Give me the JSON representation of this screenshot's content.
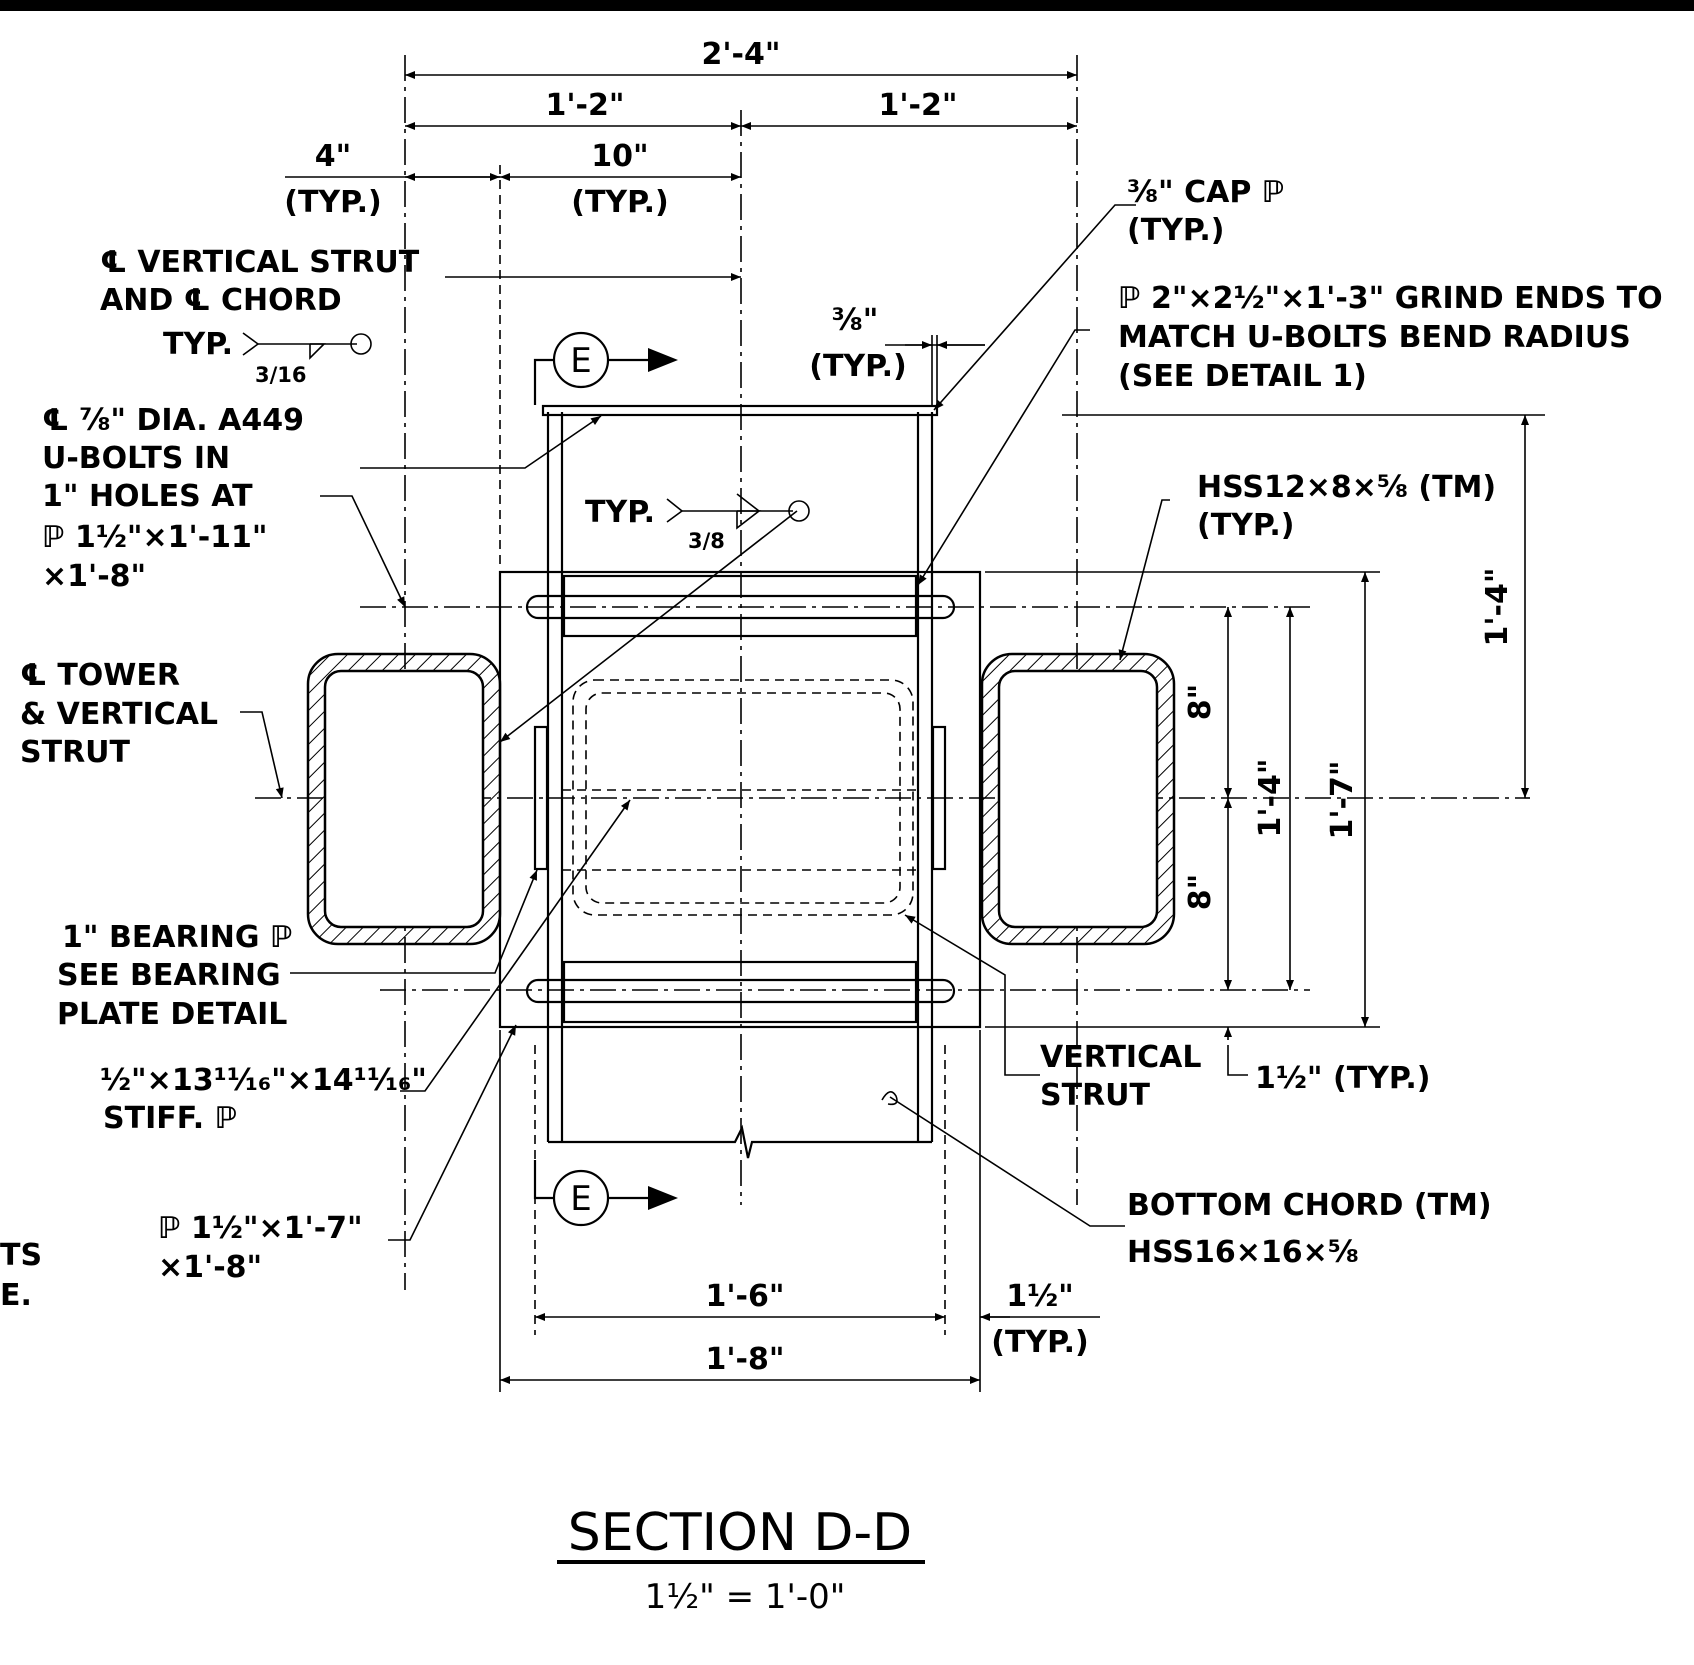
{
  "title": "SECTION D-D",
  "scale": "1½\" = 1'-0\"",
  "cut_marker": "E",
  "dimensions": {
    "overall_top": "2'-4\"",
    "half_left": "1'-2\"",
    "half_right": "1'-2\"",
    "four": "4\"",
    "four_typ": "(TYP.)",
    "ten": "10\"",
    "ten_typ": "(TYP.)",
    "three_eighths": "⅜\"",
    "three_eighths_typ": "(TYP.)",
    "right_1_4": "1'-4\"",
    "eight_upper": "8\"",
    "eight_lower": "8\"",
    "inner_1_4": "1'-4\"",
    "one_seven": "1'-7\"",
    "one_half_right": "1½\" (TYP.)",
    "one_six": "1'-6\"",
    "one_eight": "1'-8\"",
    "one_half_bottom": "1½\"",
    "one_half_bottom_typ": "(TYP.)"
  },
  "callouts": {
    "cl_strut_1": "℄ VERTICAL STRUT",
    "cl_strut_2": "AND ℄ CHORD",
    "weld_typ_1": "TYP.",
    "weld_size_1": "3/16",
    "cap_plate_1": "⅜\" CAP ℙ",
    "cap_plate_2": "(TYP.)",
    "plate_u_1": "ℙ 2\"×2½\"×1'-3\" GRIND ENDS TO",
    "plate_u_2": "MATCH U-BOLTS BEND RADIUS",
    "plate_u_3": "(SEE DETAIL 1)",
    "ubolt_1": "℄ ⅞\" DIA. A449",
    "ubolt_2": "U-BOLTS IN",
    "ubolt_3": "1\" HOLES AT",
    "ubolt_4": "ℙ 1½\"×1'-11\"",
    "ubolt_5": "×1'-8\"",
    "weld_typ_2": "TYP.",
    "weld_size_2": "3/8",
    "hss_1": "HSS12×8×⅝ (TM)",
    "hss_2": "(TYP.)",
    "tower_1": "℄ TOWER",
    "tower_2": "& VERTICAL",
    "tower_3": "STRUT",
    "bearing_1": "1\" BEARING ℙ",
    "bearing_2": "SEE BEARING",
    "bearing_3": "PLATE DETAIL",
    "stiff_1": "½\"×13¹¹⁄₁₆\"×14¹¹⁄₁₆\"",
    "stiff_2": "STIFF. ℙ",
    "plate_b_1": "ℙ 1½\"×1'-7\"",
    "plate_b_2": "×1'-8\"",
    "vstrut_1": "VERTICAL",
    "vstrut_2": "STRUT",
    "bchord_1": "BOTTOM CHORD (TM)",
    "bchord_2": "HSS16×16×⅝",
    "edge_1": "TS",
    "edge_2": "E."
  }
}
